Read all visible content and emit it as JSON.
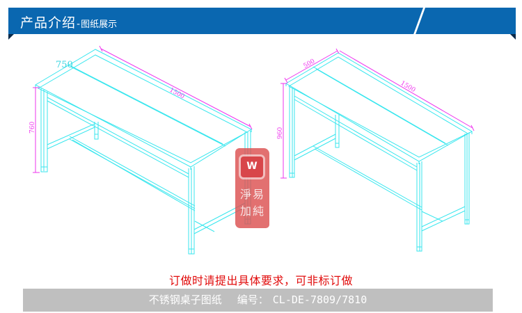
{
  "header": {
    "title": "产品介绍",
    "separator": "-",
    "subtitle": "图纸展示",
    "color": "#0a67b0"
  },
  "drawings": {
    "line_color": "#37e6ee",
    "dimension_color": "#ee33ee",
    "left_table": {
      "width_label": "750",
      "length_label": "1500",
      "height_label": "760"
    },
    "right_table": {
      "width_label": "500",
      "length_label": "1500",
      "height_label": "960"
    }
  },
  "watermark": {
    "logo_glyph": "W",
    "line1": "淨易",
    "line2": "加純",
    "color": "#dc5050"
  },
  "note": {
    "text": "订做时请提出具体要求，可非标订做",
    "color": "#e10b0b"
  },
  "footer": {
    "label": "不锈钢桌子图纸",
    "code_label": "编号：",
    "code": "CL-DE-7809/7810"
  }
}
